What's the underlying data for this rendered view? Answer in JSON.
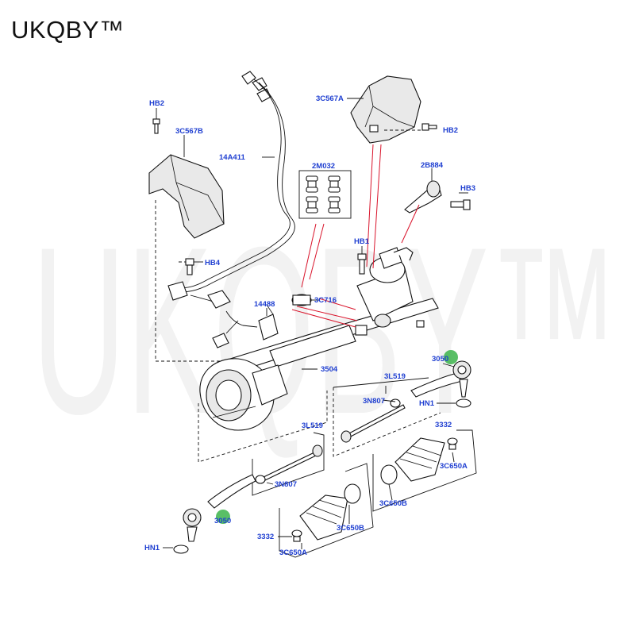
{
  "brand": "UKQBY™",
  "watermark": "UKQBY™",
  "colors": {
    "label": "#1f3fd1",
    "callout": "#d9142b",
    "highlight": "#3cb44b",
    "watermark": "#f2f2f2"
  },
  "labels": {
    "hb2_left": "HB2",
    "c567b": "3C567B",
    "a411": "14A411",
    "c567a": "3C567A",
    "hb2_right": "HB2",
    "m032": "2M032",
    "b884": "2B884",
    "hb3": "HB3",
    "hb1": "HB1",
    "hb4": "HB4",
    "p14488": "14488",
    "c716": "3C716",
    "p3504": "3504",
    "p3050_right": "3050",
    "l519_right": "3L519",
    "n807_right": "3N807",
    "hn1_right": "HN1",
    "p3332_right": "3332",
    "c650a_right": "3C650A",
    "c650b_right": "3C650B",
    "l519_left": "3L519",
    "n807_left": "3N807",
    "p3050_left": "3050",
    "hn1_left": "HN1",
    "p3332_left": "3332",
    "c650b_left": "3C650B",
    "c650a_left": "3C650A"
  }
}
